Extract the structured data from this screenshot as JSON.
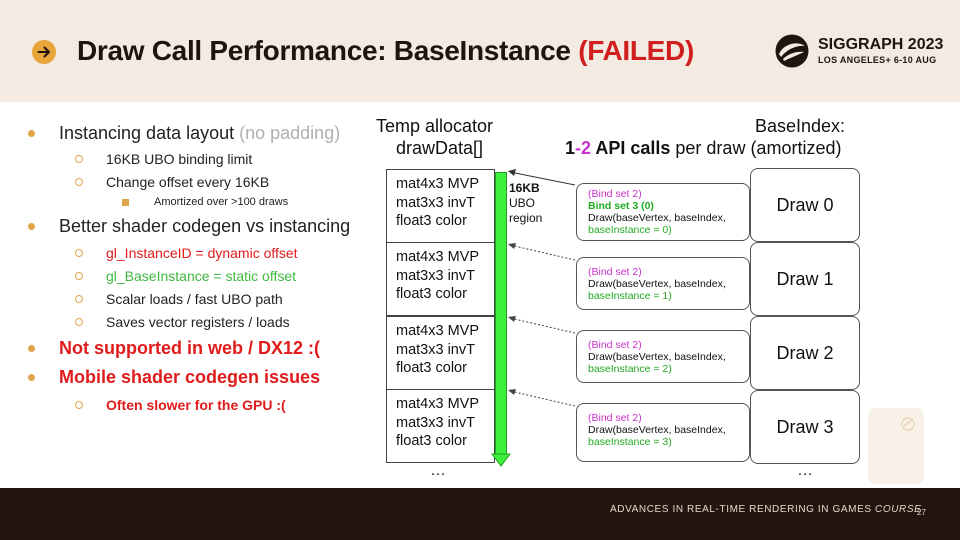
{
  "title": {
    "main": "Draw Call Performance: BaseInstance ",
    "status": "(FAILED)"
  },
  "logo": {
    "name": "SIGGRAPH 2023",
    "subtitle": "LOS ANGELES+ 6-10 AUG"
  },
  "bullets": {
    "b1": {
      "text": "Instancing data layout ",
      "note": "(no padding)"
    },
    "b1a": "16KB UBO binding limit",
    "b1b": "Change offset every 16KB",
    "b1b1": "Amortized over >100 draws",
    "b2": "Better shader codegen vs instancing",
    "b2a": {
      "name": "gl_InstanceID",
      "desc": " = dynamic offset"
    },
    "b2b": {
      "name": "gl_BaseInstance",
      "desc": " = static offset"
    },
    "b2c": "Scalar loads / fast UBO path",
    "b2d": "Saves vector registers / loads",
    "b3": "Not supported in web / DX12 :(",
    "b4": "Mobile shader codegen issues",
    "b4a": "Often slower for the GPU :("
  },
  "diagram": {
    "left_header_1": "Temp allocator",
    "left_header_2": "drawData[]",
    "right_header_1": "BaseIndex:",
    "right_header_2": {
      "n1": "1",
      "dash": "-",
      "n2": "2",
      "api": " API calls",
      "rest": " per draw (amortized)"
    },
    "mat_block": "mat4x3 MVP\nmat3x3 invT\nfloat3 color",
    "ubo_label": {
      "size": "16KB",
      "rest": "UBO\nregion"
    },
    "draws": [
      "Draw 0",
      "Draw 1",
      "Draw 2",
      "Draw 3"
    ],
    "calls": {
      "bind_set_2": "(Bind set 2)",
      "bind_set_3": "Bind set 3 (0)",
      "draw_line": "Draw(baseVertex, baseIndex,",
      "instances": [
        "baseInstance = 0)",
        "baseInstance = 1)",
        "baseInstance = 2)",
        "baseInstance = 3)"
      ]
    },
    "ellipsis": "…"
  },
  "footer": {
    "text": "ADVANCES IN REAL-TIME RENDERING  IN GAMES ",
    "italic": "COURSE",
    "page": "27"
  },
  "colors": {
    "header_bg": "#f3ebe1",
    "footer_bg": "#24140f",
    "accent": "#e0a54b",
    "failed": "#d11f1f",
    "ubo_green": "#3cf03c",
    "magenta": "#cc33cc"
  }
}
